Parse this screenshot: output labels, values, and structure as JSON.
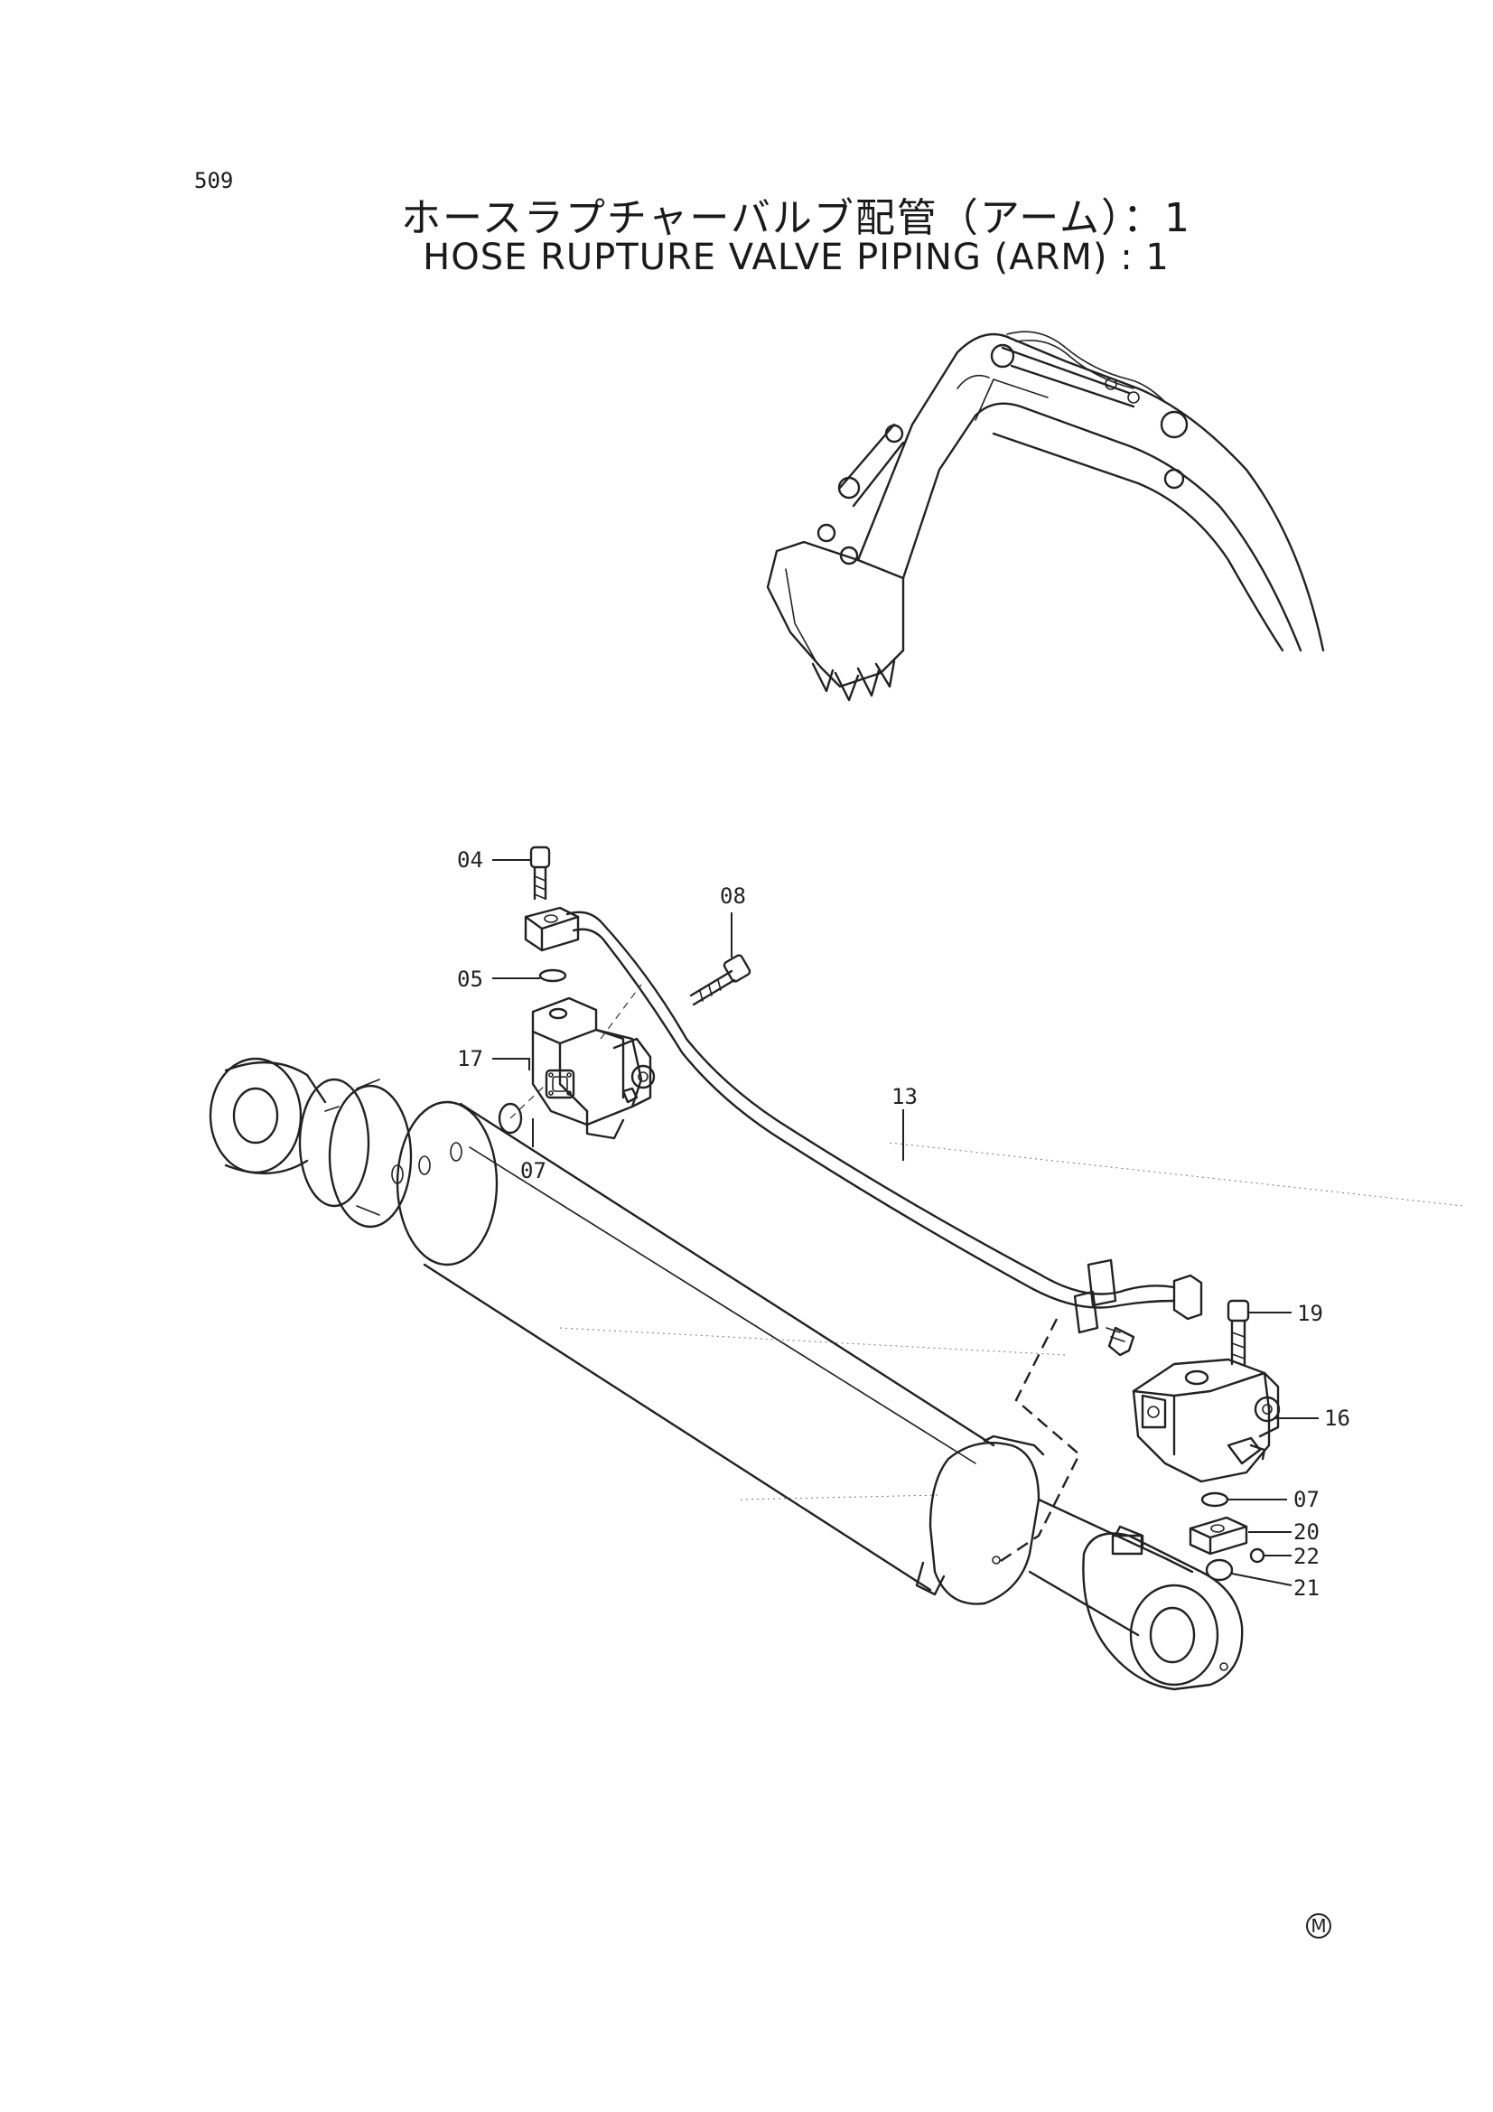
{
  "page": {
    "number": "509",
    "title_ja": "ホースラプチャーバルブ配管（アーム）：1",
    "title_en": "HOSE RUPTURE VALVE PIPING (ARM) : 1",
    "corner_mark": "M"
  },
  "callouts": {
    "c04": "04",
    "c05": "05",
    "c08": "08",
    "c17": "17",
    "c07a": "07",
    "c13": "13",
    "c19": "19",
    "c16": "16",
    "c07b": "07",
    "c20": "20",
    "c22": "22",
    "c21": "21"
  }
}
